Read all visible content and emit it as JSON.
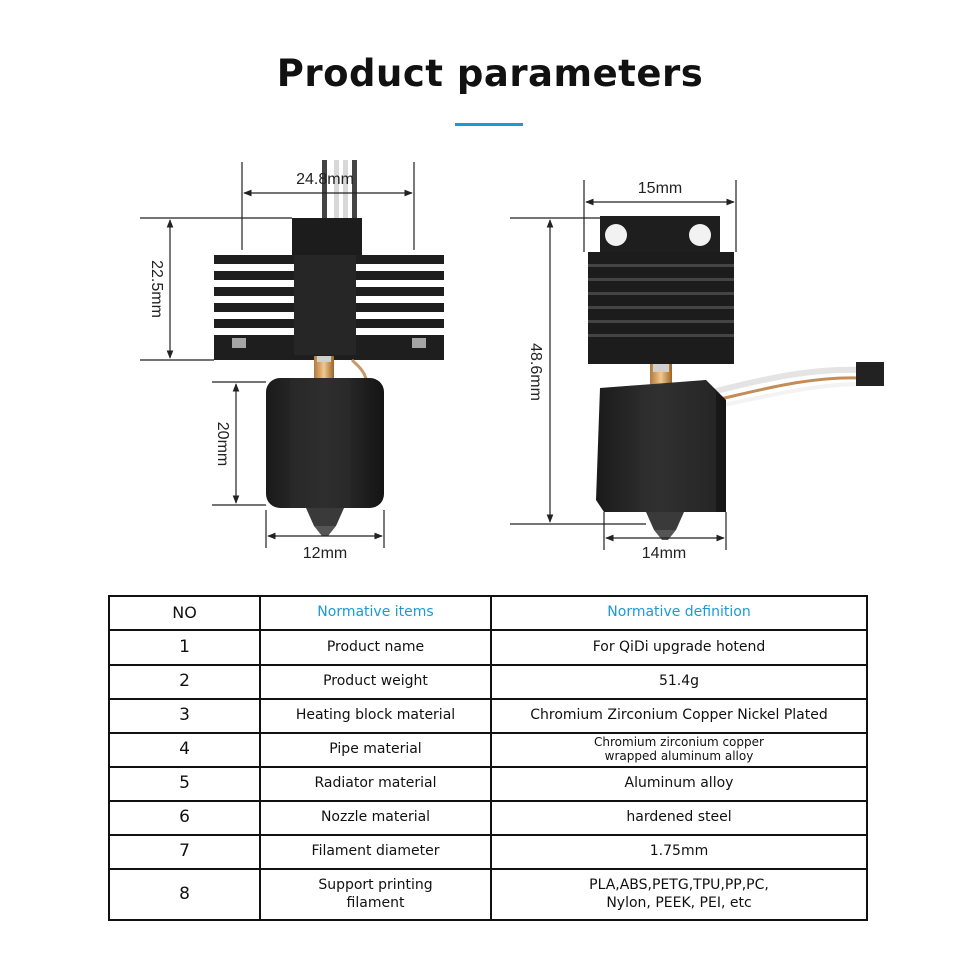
{
  "page": {
    "title": "Product parameters",
    "accent_color": "#1a9ad6"
  },
  "diagram": {
    "left_view": {
      "width_label": "24.8mm",
      "height_label": "22.5mm",
      "block_height_label": "20mm",
      "block_width_label": "12mm"
    },
    "right_view": {
      "width_label": "15mm",
      "total_height_label": "48.6mm",
      "block_width_label": "14mm"
    }
  },
  "table": {
    "headers": {
      "no": "NO",
      "items": "Normative items",
      "definition": "Normative definition"
    },
    "rows": [
      {
        "no": "1",
        "item": "Product name",
        "definition": "For QiDi upgrade hotend"
      },
      {
        "no": "2",
        "item": "Product weight",
        "definition": "51.4g"
      },
      {
        "no": "3",
        "item": "Heating block material",
        "definition": "Chromium Zirconium Copper Nickel Plated"
      },
      {
        "no": "4",
        "item": "Pipe material",
        "definition_line1": "Chromium zirconium copper",
        "definition_line2": "wrapped aluminum alloy"
      },
      {
        "no": "5",
        "item": "Radiator material",
        "definition": "Aluminum alloy"
      },
      {
        "no": "6",
        "item": "Nozzle material",
        "definition": "hardened steel"
      },
      {
        "no": "7",
        "item": "Filament diameter",
        "definition": "1.75mm"
      },
      {
        "no": "8",
        "item_line1": "Support printing",
        "item_line2": "filament",
        "definition_line1": "PLA,ABS,PETG,TPU,PP,PC,",
        "definition_line2": "Nylon, PEEK, PEI, etc"
      }
    ]
  }
}
